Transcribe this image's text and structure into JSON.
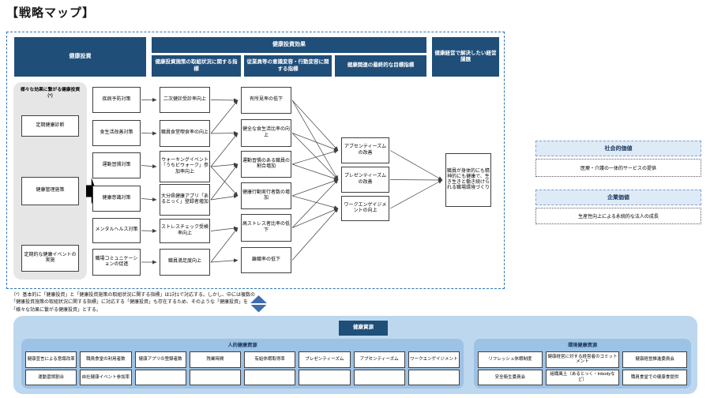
{
  "page": {
    "title": "【戦略マップ】"
  },
  "diagram": {
    "headers": {
      "investment": "健康投資",
      "effect": "健康投資効果",
      "effect_sub1": "健康投資施策の取組状況に関する指標",
      "effect_sub2": "従業員等の意識変容・行動変容に関する指標",
      "effect_sub3": "健康関連の最終的な目標指標",
      "issue": "健康経営で解決したい経営課題"
    },
    "multi_effect_panel": {
      "title": "様々な効果に繋がる健康投資（*）",
      "items": [
        "定期健康診断",
        "健康管理施策",
        "定期的な健康イベントの実施"
      ]
    },
    "investments": [
      "疾病予防対策",
      "食生活改善対策",
      "運動習慣対策",
      "健康意識対策",
      "メンタルヘルス対策",
      "職場コミュニケーションの促進"
    ],
    "status_indicators": [
      "二次健診受診率向上",
      "職員食堂喫食率の向上",
      "ウォーキングイベント「うちビウォーク」参加率向上",
      "大分県健康アプリ「あるとっく」登録者増加",
      "ストレスチェック受検率向上",
      "職員満足度向上"
    ],
    "behavior_indicators": [
      "有所見率の低下",
      "健全な食生活比率の向上",
      "運動習慣のある職員の割合増加",
      "健康行動実行者数の増加",
      "高ストレス者比率の低下",
      "離職率の低下"
    ],
    "final_indicators": [
      "アブセンティーズムの改善",
      "プレゼンティーズムの改善",
      "ワークエンゲイジメントの向上"
    ],
    "goal": "職員が身体的にも精神的にも健康で、生き生きと働き続けられる職場環境づくり",
    "footnote": "（*）基本的に「健康投資」と「健康投資施策の取組状況に関する指標」は1対1で対応する。しかし、中には複数の「健康投資施策の取組状況に関する指標」に対応する「健康投資」も存在するため、そのような「健康投資」を「様々な効果に繋がる健康投資」とする。",
    "edges": [
      [
        "inv1",
        "st1"
      ],
      [
        "inv2",
        "st2"
      ],
      [
        "inv3",
        "st3"
      ],
      [
        "inv4",
        "st4"
      ],
      [
        "inv5",
        "st5"
      ],
      [
        "inv6",
        "st6"
      ],
      [
        "st1",
        "bh1"
      ],
      [
        "st2",
        "bh1"
      ],
      [
        "st2",
        "bh2"
      ],
      [
        "st3",
        "bh2"
      ],
      [
        "st3",
        "bh3"
      ],
      [
        "st3",
        "bh4"
      ],
      [
        "st4",
        "bh3"
      ],
      [
        "st4",
        "bh4"
      ],
      [
        "st5",
        "bh5"
      ],
      [
        "st6",
        "bh5"
      ],
      [
        "st6",
        "bh6"
      ],
      [
        "bh1",
        "fin1"
      ],
      [
        "bh1",
        "fin2"
      ],
      [
        "bh2",
        "fin1"
      ],
      [
        "bh2",
        "fin2"
      ],
      [
        "bh3",
        "fin1"
      ],
      [
        "bh3",
        "fin2"
      ],
      [
        "bh4",
        "fin2"
      ],
      [
        "bh4",
        "fin3"
      ],
      [
        "bh5",
        "fin2"
      ],
      [
        "bh5",
        "fin3"
      ],
      [
        "bh6",
        "fin3"
      ],
      [
        "fin1",
        "goal"
      ],
      [
        "fin2",
        "goal"
      ],
      [
        "fin3",
        "goal"
      ]
    ]
  },
  "values": {
    "social": {
      "title": "社会的価値",
      "item": "医療・介護の一体的サービスの提供"
    },
    "corporate": {
      "title": "企業価値",
      "item": "生産性向上による永続的な法人の成長"
    }
  },
  "resources": {
    "title": "健康資源",
    "human": {
      "title": "人的健康資源",
      "row1": [
        "健康宣言による意識改革",
        "職員食堂の利用者数",
        "健康アプリの登録者数",
        "残業時間",
        "有給休暇取得率",
        "プレゼンティーズム",
        "アブセンティーズム",
        "ワークエンゲイジメント"
      ],
      "row2": [
        "運動習慣割合",
        "自社健康イベント参加率",
        "",
        "",
        "",
        "",
        "",
        ""
      ]
    },
    "environment": {
      "title": "環境健康資源",
      "row1": [
        "リフレッシュ休暇制度",
        "健康経営に対する経営者のコミットメント",
        "健康経営推進委員会"
      ],
      "row2": [
        "安全衛生委員会",
        "組織風土（あるとっく・Inbodyなど）",
        "職員食堂での健康食提供"
      ]
    }
  },
  "colors": {
    "navy": "#1F4E79",
    "panel_blue": "#BDD7EE",
    "inner_blue": "#9CC2E5",
    "frame_blue": "#2E74B5"
  }
}
